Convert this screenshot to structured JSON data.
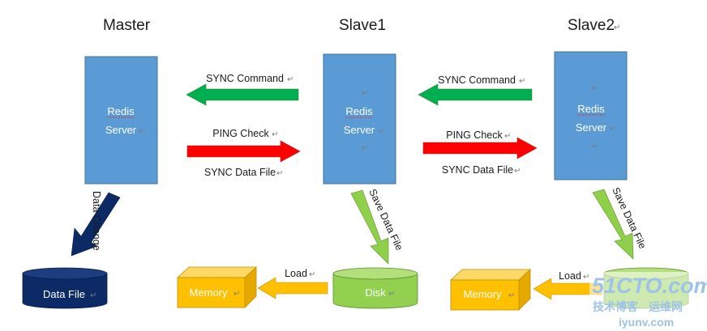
{
  "colors": {
    "server_fill": "#5b9bd5",
    "server_stroke": "#41719c",
    "green_arrow": "#00b050",
    "red_arrow": "#ff0000",
    "navy_arrow": "#0b2a66",
    "olive_arrow": "#8ed04a",
    "orange_arrow": "#ffc000",
    "memory_fill": "#ffc000",
    "disk_fill": "#92d050",
    "datafile_fill": "#0b2a66",
    "paragraph_mark": "#7a7a7a"
  },
  "nodes": {
    "master": {
      "title": "Master",
      "server_line1": "Redis",
      "server_line2": "Server"
    },
    "slave1": {
      "title": "Slave1",
      "server_line1": "Redis",
      "server_line2": "Server"
    },
    "slave2": {
      "title": "Slave2",
      "server_line1": "Redis",
      "server_line2": "Server"
    }
  },
  "edges": {
    "m_s1": {
      "sync_command": "SYNC Command",
      "ping_check": "PING Check",
      "sync_data_file": "SYNC Data File"
    },
    "s1_s2": {
      "sync_command": "SYNC Command",
      "ping_check": "PING Check",
      "sync_data_file": "SYNC Data File"
    },
    "master_down": "Data Change",
    "slave1_down": "Save Data File",
    "slave2_down": "Save Data File",
    "load_1": "Load",
    "load_2": "Load"
  },
  "storage": {
    "data_file": "Data File",
    "memory_1": "Memory",
    "disk_1": "Disk",
    "memory_2": "Memory"
  },
  "watermark": {
    "line1": "51CTO.com",
    "line2": "技术博客",
    "line3": "运维网",
    "line4": "iyunv.com"
  },
  "para_mark": "↵"
}
